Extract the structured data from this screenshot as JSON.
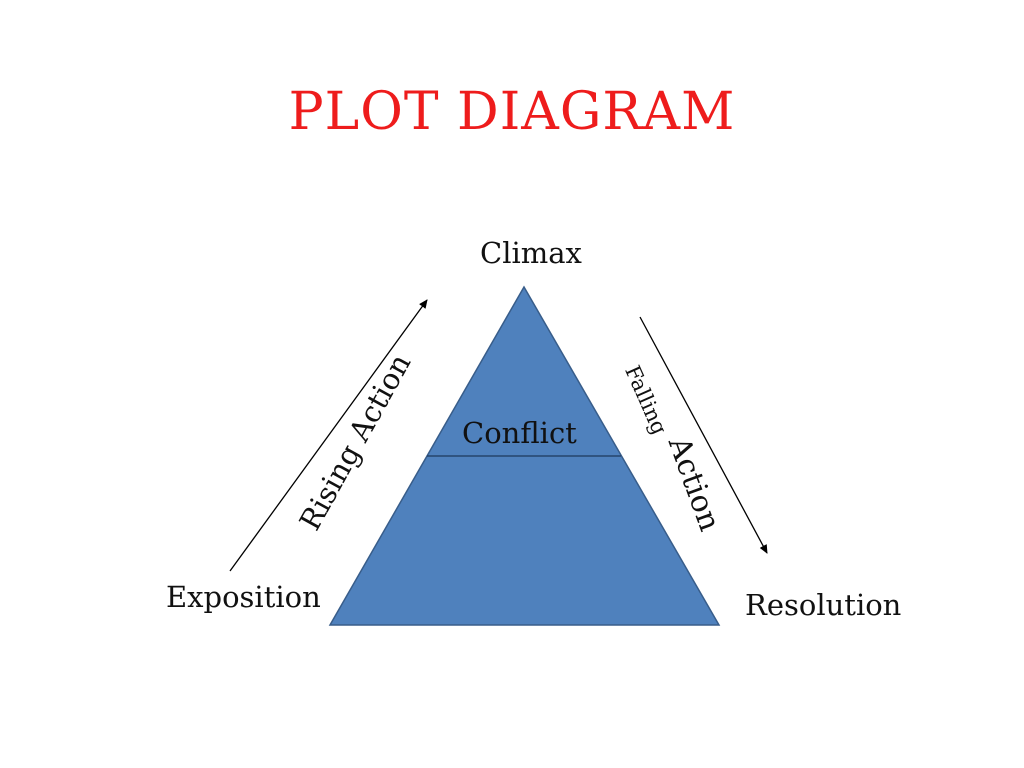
{
  "slide": {
    "title": "PLOT DIAGRAM",
    "title_color": "#ee1c1c"
  },
  "diagram": {
    "shape_fill": "#4f81bd",
    "shape_stroke": "#385d8a",
    "labels": {
      "climax": "Climax",
      "conflict": "Conflict",
      "exposition": "Exposition",
      "resolution": "Resolution",
      "rising_action": "Rising Action",
      "falling_prefix": "Falling",
      "falling_action": "Action"
    }
  }
}
